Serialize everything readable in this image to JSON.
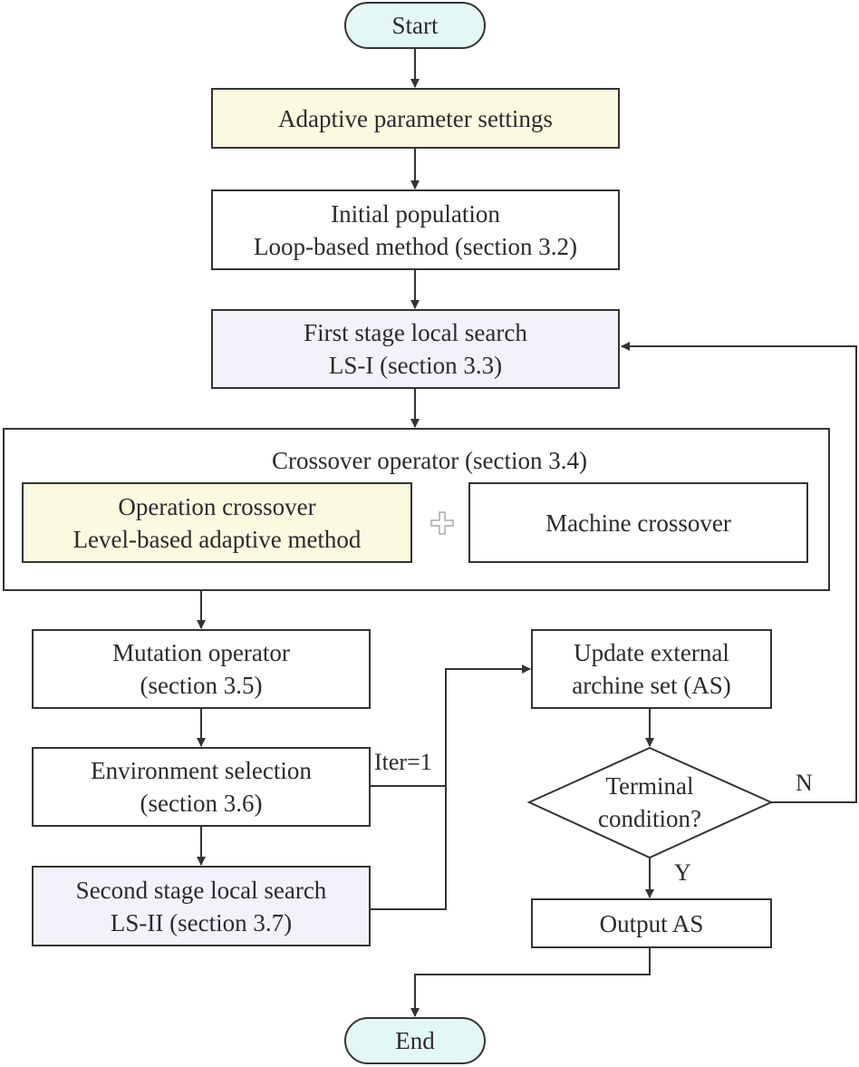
{
  "nodes": {
    "start": "Start",
    "adaptive": "Adaptive parameter settings",
    "initial": [
      "Initial population",
      "Loop-based method (section 3.2)"
    ],
    "ls1": [
      "First stage local search",
      "LS-I (section 3.3)"
    ],
    "crossover_group": "Crossover operator (section 3.4)",
    "op_crossover": [
      "Operation crossover",
      "Level-based adaptive method"
    ],
    "machine_crossover": "Machine crossover",
    "mutation": [
      "Mutation operator",
      "(section 3.5)"
    ],
    "environment": [
      "Environment selection",
      "(section 3.6)"
    ],
    "ls2": [
      "Second stage local search",
      "LS-II (section 3.7)"
    ],
    "update": [
      "Update external",
      "archine set (AS)"
    ],
    "terminal": [
      "Terminal",
      "condition?"
    ],
    "output": "Output AS",
    "end": "End"
  },
  "edge_labels": {
    "iter": "Iter=1",
    "no": "N",
    "yes": "Y"
  },
  "icons": {
    "plus": "plus-icon"
  },
  "colors": {
    "terminal_fill": "#e3f7f5",
    "yellow_fill": "#fcf9e1",
    "lavender_fill": "#f3f2fb",
    "stroke": "#333333"
  }
}
